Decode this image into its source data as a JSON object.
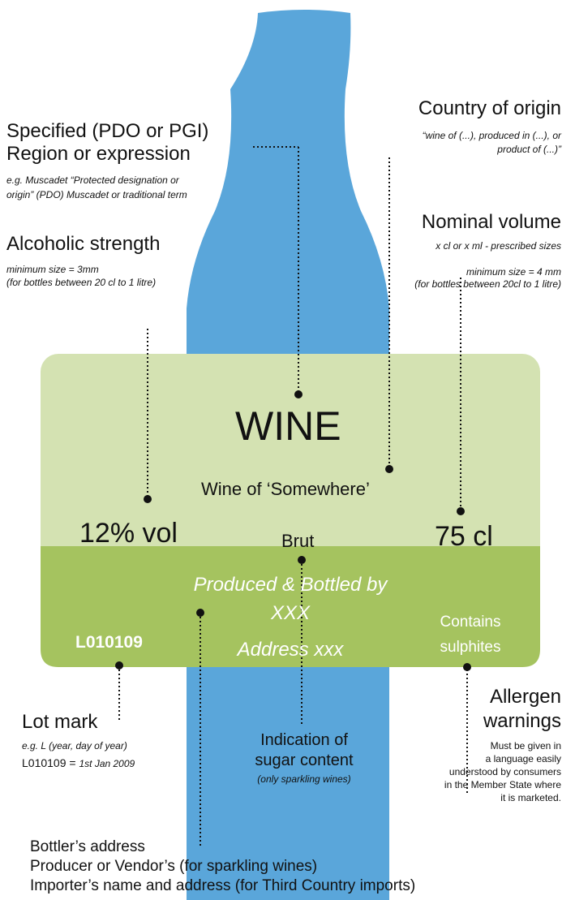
{
  "colors": {
    "bottle": "#5aa6da",
    "label_top": "#d4e2b2",
    "label_bottom": "#a5c35f",
    "text": "#111111",
    "white": "#ffffff"
  },
  "annotations": {
    "specified": {
      "title_line1": "Specified (PDO or PGI)",
      "title_line2": "Region or expression",
      "note_line1": "e.g. Muscadet “Protected designation or",
      "note_line2": "origin” (PDO) Muscadet or traditional term"
    },
    "country": {
      "title": "Country of origin",
      "note_line1": "“wine of (...), produced in (...), or",
      "note_line2": "product of (...)”"
    },
    "nominal": {
      "title": "Nominal volume",
      "note1": "x cl or x ml - prescribed sizes",
      "note2": "minimum size = 4 mm",
      "note3": "(for bottles between 20cl to 1 litre)"
    },
    "alcohol": {
      "title": "Alcoholic strength",
      "note1": "minimum size = 3mm",
      "note2": "(for bottles between 20 cl to 1 litre)"
    },
    "allergen": {
      "title_line1": "Allergen",
      "title_line2": "warnings",
      "note1": "Must be given in",
      "note2": "a language easily",
      "note3": "understood by consumers",
      "note4": "in the Member State where",
      "note5": "it is marketed."
    },
    "lot": {
      "title": "Lot mark",
      "note": "e.g. L (year, day of year)",
      "example_code": "L010109",
      "example_rest": " = ",
      "example_date": "1st Jan 2009"
    },
    "sugar": {
      "title_line1": "Indication of",
      "title_line2": "sugar content",
      "note": "(only sparkling wines)"
    },
    "bottler": {
      "line1": "Bottler’s address",
      "line2": "Producer or Vendor’s (for sparkling wines)",
      "line3": "Importer’s name and address (for Third Country imports)"
    }
  },
  "label": {
    "wine": "WINE",
    "origin": "Wine of ‘Somewhere’",
    "alcohol": "12% vol",
    "sugar": "Brut",
    "volume": "75 cl",
    "produced_line1": "Produced & Bottled by",
    "produced_line2": "XXX",
    "produced_line3": "Address xxx",
    "lot": "L010109",
    "contains_line1": "Contains",
    "contains_line2": "sulphites"
  }
}
